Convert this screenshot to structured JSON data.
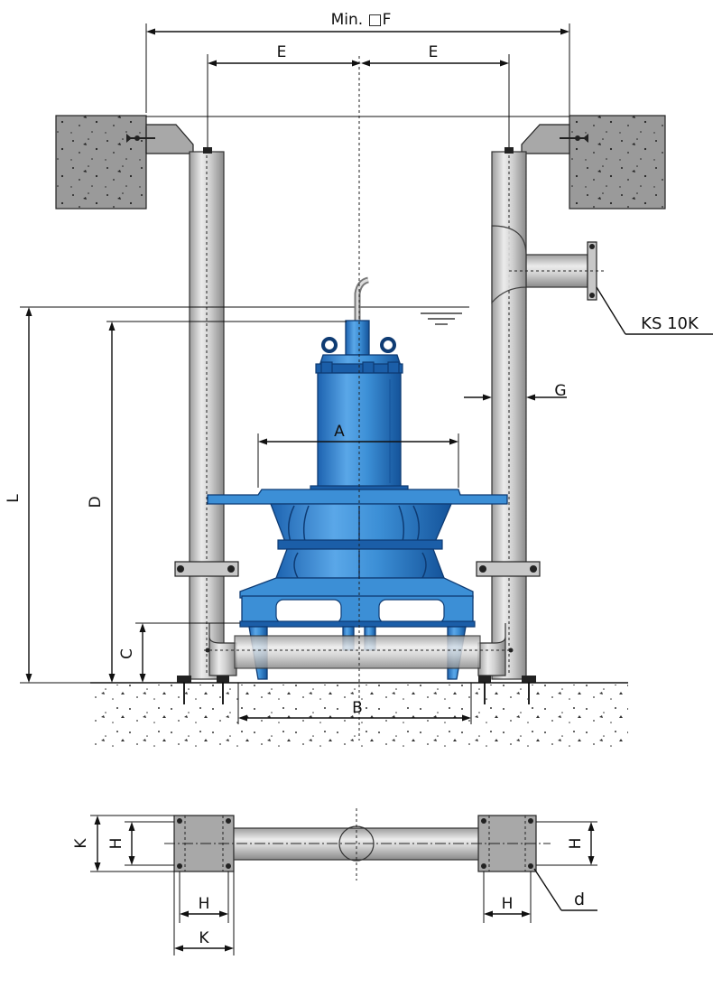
{
  "labels": {
    "min_f": "Min. □F",
    "e_left": "E",
    "e_right": "E",
    "a": "A",
    "b": "B",
    "c": "C",
    "d": "D",
    "l": "L",
    "g": "G",
    "ks": "KS 10K",
    "k_left": "K",
    "h_left": "H",
    "h_right": "H",
    "h_bottom_left": "H",
    "k_bottom": "K",
    "h_bottom_right": "H",
    "d_small": "d"
  },
  "colors": {
    "pump_blue": "#3c8fd6",
    "concrete": "#9a9a9a",
    "pipe": "#d6d6d6"
  }
}
